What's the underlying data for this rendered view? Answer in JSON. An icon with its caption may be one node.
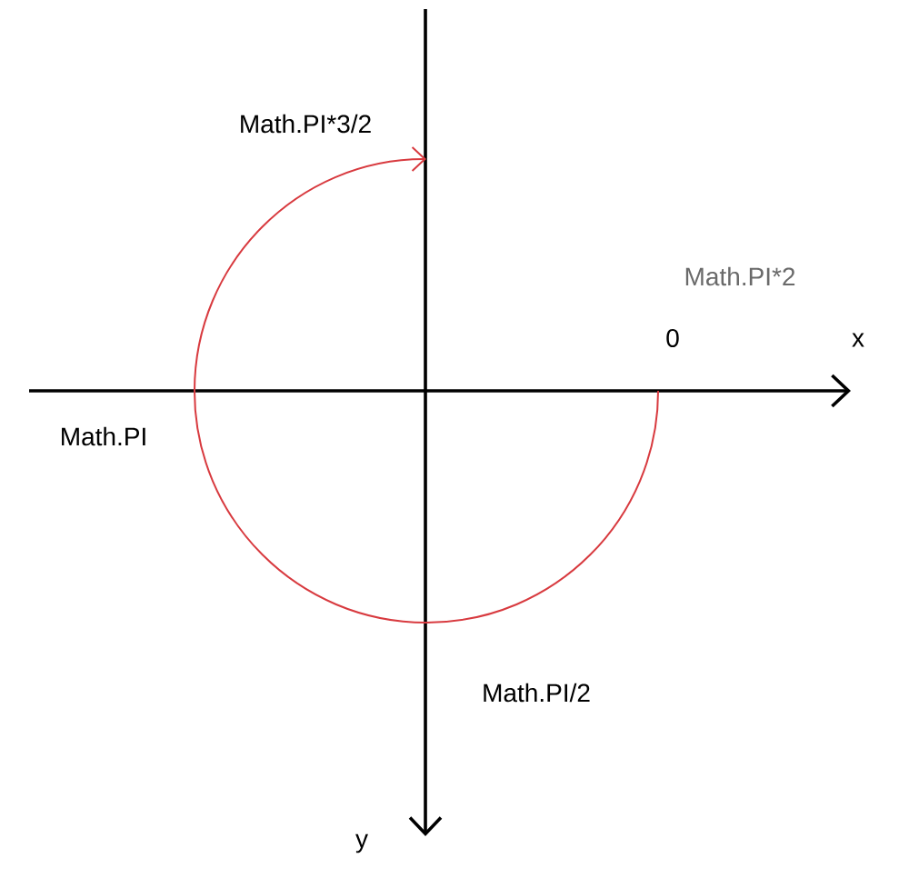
{
  "diagram": {
    "labels": [
      "Math.PI*3/2",
      "Math.PI*2",
      "0",
      "x",
      "Math.PI",
      "Math.PI/2",
      "y"
    ]
  }
}
